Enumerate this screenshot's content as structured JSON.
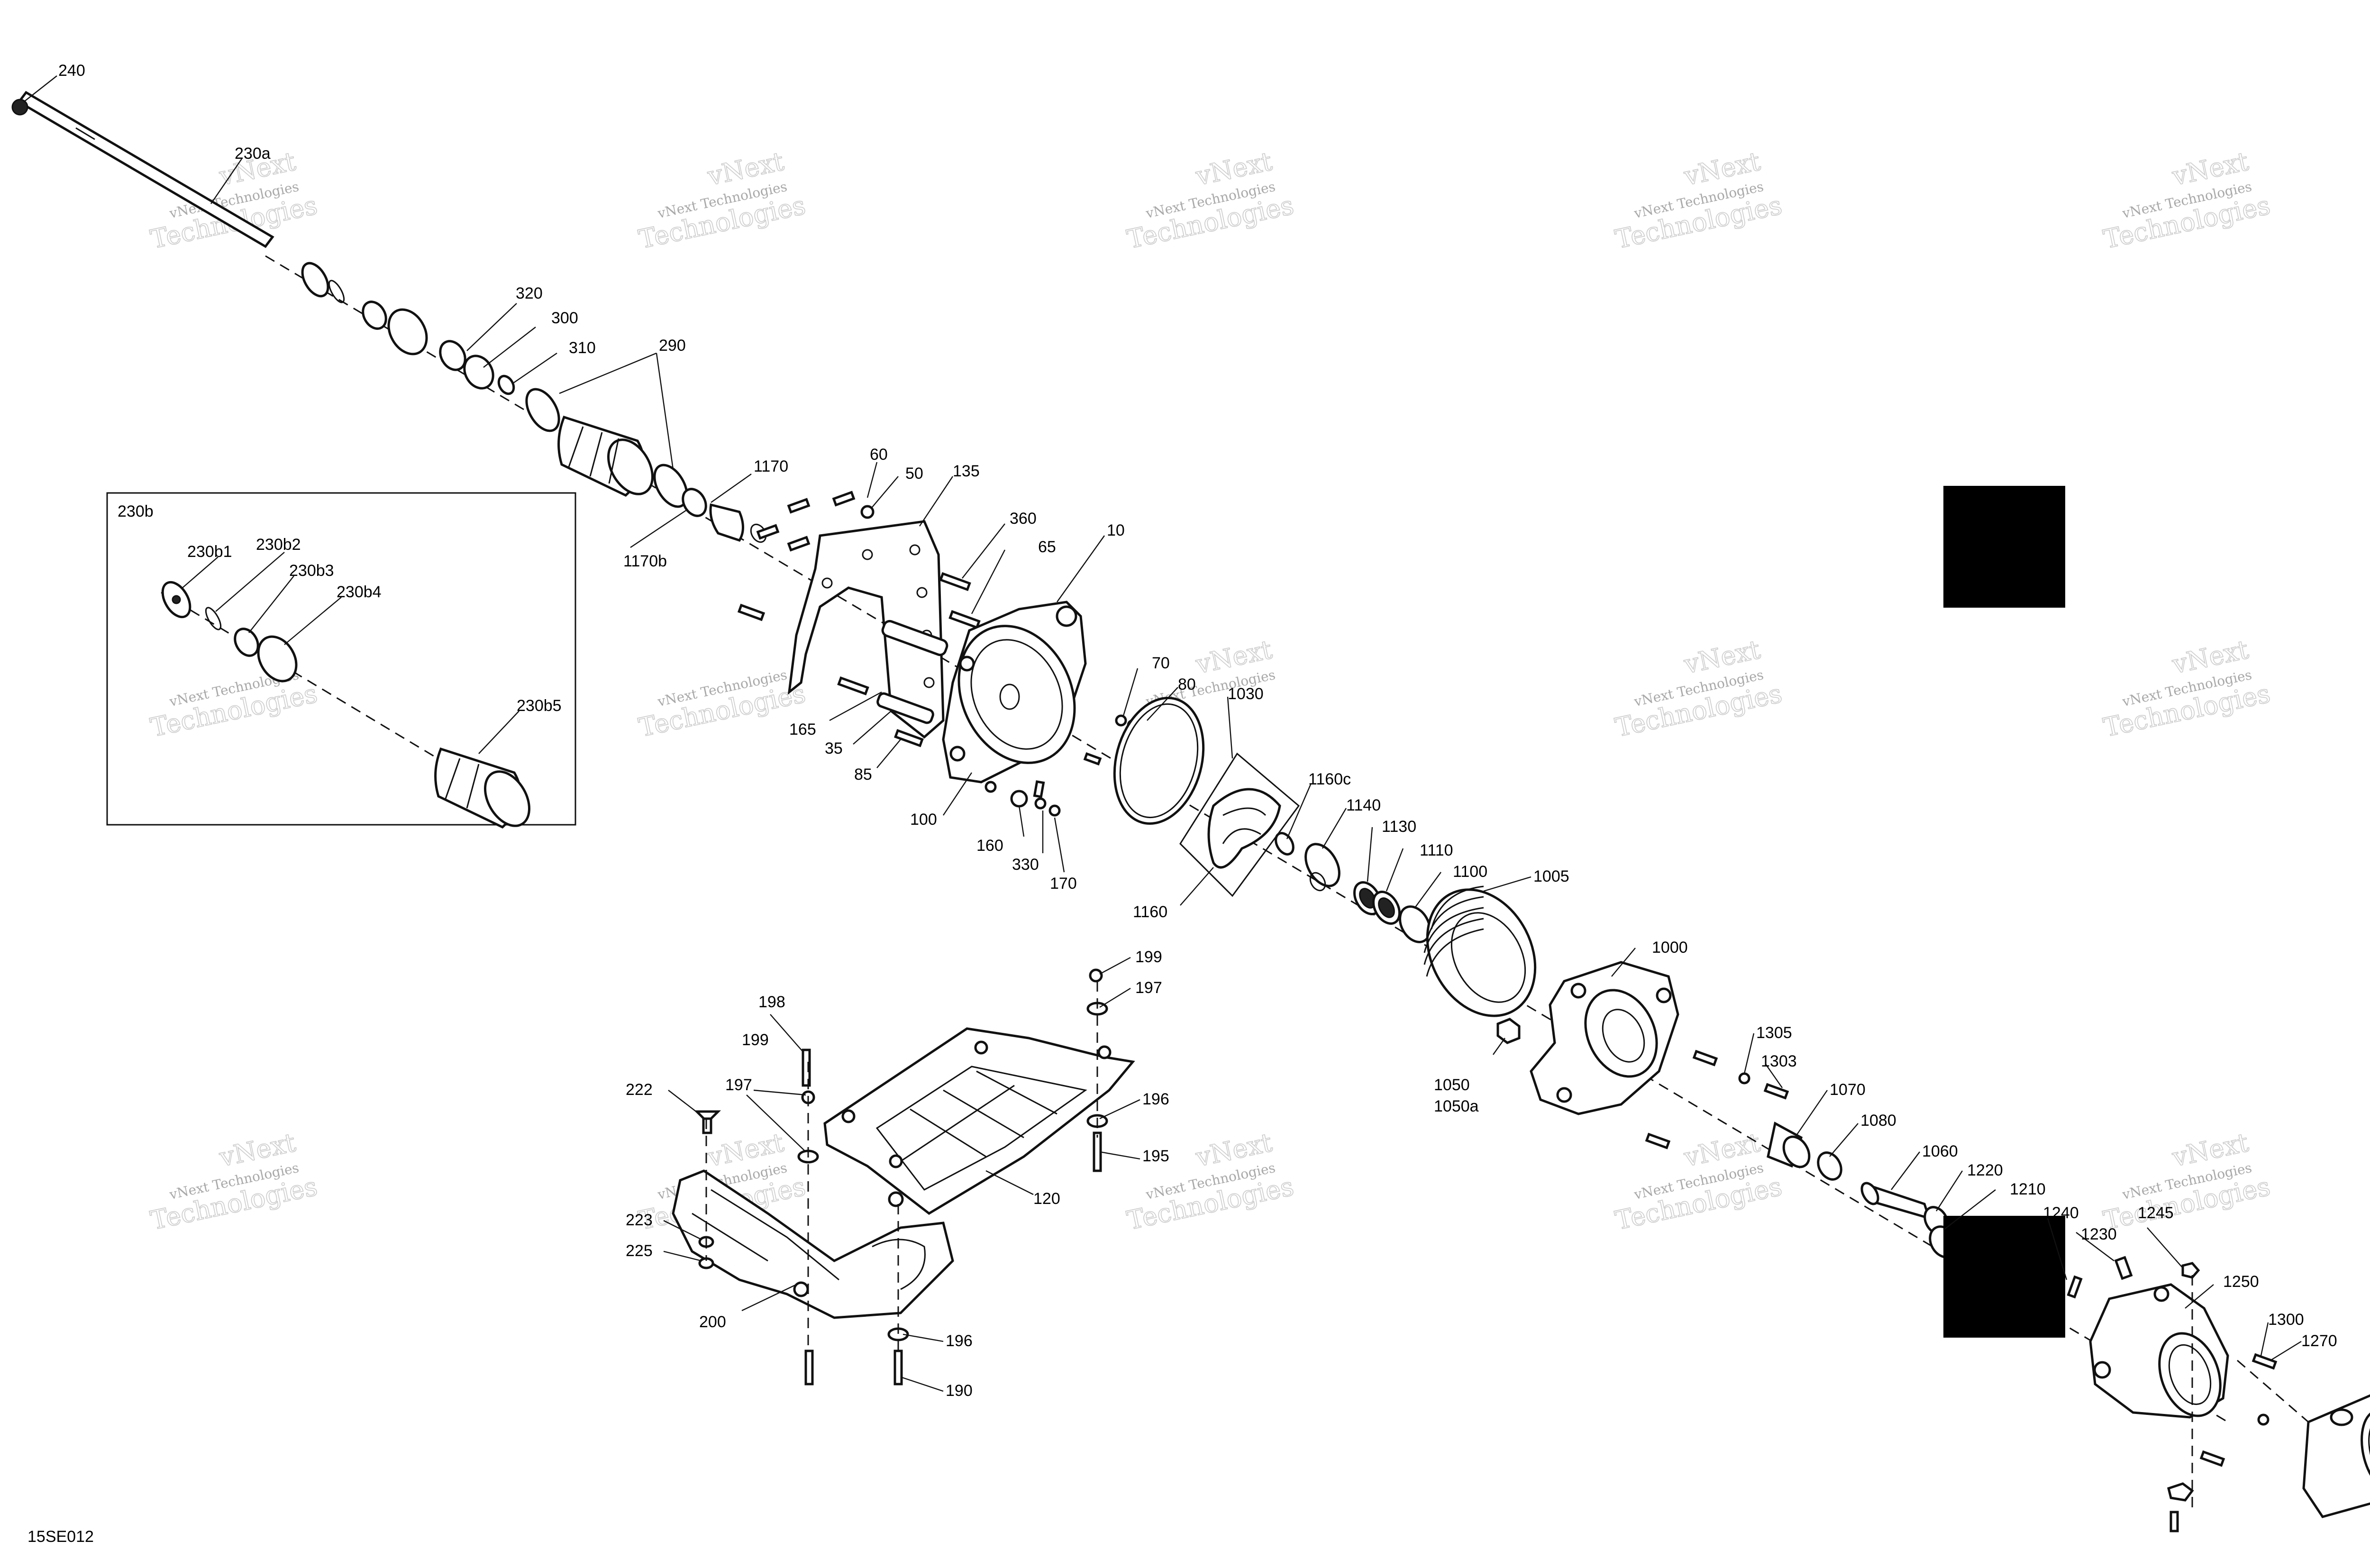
{
  "figure_code": "15SE012",
  "watermark": {
    "line1": "vNext Technologies",
    "line2": "vNext",
    "line3": "Technologies"
  },
  "inset": {
    "title": "230b"
  },
  "callouts": {
    "c240": "240",
    "c230a": "230a",
    "c320": "320",
    "c300": "300",
    "c310": "310",
    "c290": "290",
    "c1170": "1170",
    "c1170b": "1170b",
    "c60": "60",
    "c50": "50",
    "c135": "135",
    "c360": "360",
    "c65": "65",
    "c10": "10",
    "c165": "165",
    "c35": "35",
    "c85": "85",
    "c100": "100",
    "c70": "70",
    "c80": "80",
    "c1030": "1030",
    "c160": "160",
    "c330": "330",
    "c170": "170",
    "c1160": "1160",
    "c1160c": "1160c",
    "c1140": "1140",
    "c1130": "1130",
    "c1110": "1110",
    "c1100": "1100",
    "c1005": "1005",
    "c1000": "1000",
    "c1050": "1050",
    "c1050a": "1050a",
    "c1305": "1305",
    "c1303": "1303",
    "c1070": "1070",
    "c1080": "1080",
    "c1060": "1060",
    "c1220": "1220",
    "c1210": "1210",
    "c1240": "1240",
    "c1230": "1230",
    "c1245": "1245",
    "c1250": "1250",
    "c1300": "1300",
    "c1270": "1270",
    "c230b1": "230b1",
    "c230b2": "230b2",
    "c230b3": "230b3",
    "c230b4": "230b4",
    "c230b5": "230b5",
    "c199a": "199",
    "c197a": "197",
    "c198": "198",
    "c199b": "199",
    "c197b": "197",
    "c222": "222",
    "c196a": "196",
    "c195": "195",
    "c120": "120",
    "c223": "223",
    "c225": "225",
    "c200": "200",
    "c196b": "196",
    "c190": "190"
  }
}
